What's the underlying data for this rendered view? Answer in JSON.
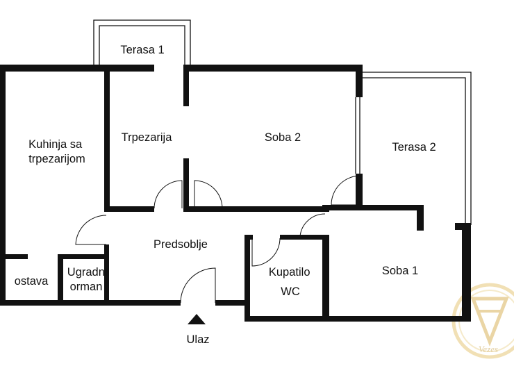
{
  "plan": {
    "rooms": [
      {
        "id": "terasa-1",
        "lines": [
          "Terasa 1"
        ]
      },
      {
        "id": "kuhinja",
        "lines": [
          "Kuhinja sa",
          "trpezarijom"
        ]
      },
      {
        "id": "trpezarija",
        "lines": [
          "Trpezarija"
        ]
      },
      {
        "id": "soba-2",
        "lines": [
          "Soba 2"
        ]
      },
      {
        "id": "terasa-2",
        "lines": [
          "Terasa 2"
        ]
      },
      {
        "id": "predsoblje",
        "lines": [
          "Predsoblje"
        ]
      },
      {
        "id": "ostava",
        "lines": [
          "ostava"
        ]
      },
      {
        "id": "ugradni-orman",
        "lines": [
          "Ugradni",
          "orman"
        ]
      },
      {
        "id": "kupatilo",
        "lines": [
          "Kupatilo",
          "WC"
        ]
      },
      {
        "id": "soba-1",
        "lines": [
          "Soba 1"
        ]
      }
    ],
    "entrance": {
      "label": "Ulaz"
    }
  },
  "logo": {
    "text": "Vezes"
  },
  "colors": {
    "walls": "#111111",
    "logo_gold": "#e6c77a"
  }
}
